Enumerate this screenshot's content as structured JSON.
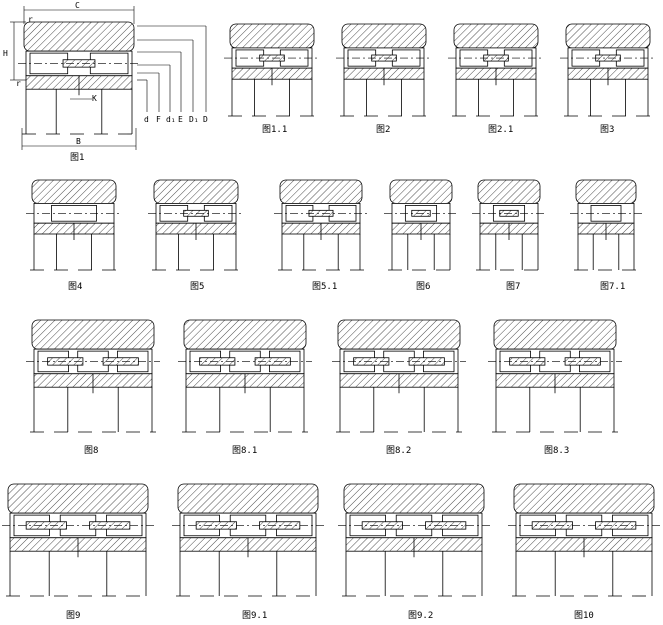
{
  "figures": [
    {
      "id": "fig-1",
      "caption": "图1",
      "variant": "d1"
    },
    {
      "id": "fig-1-1",
      "caption": "图1.1",
      "variant": "d1"
    },
    {
      "id": "fig-2",
      "caption": "图2",
      "variant": "d1"
    },
    {
      "id": "fig-2-1",
      "caption": "图2.1",
      "variant": "d1"
    },
    {
      "id": "fig-3",
      "caption": "图3",
      "variant": "d1"
    },
    {
      "id": "fig-4",
      "caption": "图4",
      "variant": "s0"
    },
    {
      "id": "fig-5",
      "caption": "图5",
      "variant": "d1"
    },
    {
      "id": "fig-5-1",
      "caption": "图5.1",
      "variant": "d1"
    },
    {
      "id": "fig-6",
      "caption": "图6",
      "variant": "s1"
    },
    {
      "id": "fig-7",
      "caption": "图7",
      "variant": "s1"
    },
    {
      "id": "fig-7-1",
      "caption": "图7.1",
      "variant": "s0"
    },
    {
      "id": "fig-8",
      "caption": "图8",
      "variant": "d2"
    },
    {
      "id": "fig-8-1",
      "caption": "图8.1",
      "variant": "d2"
    },
    {
      "id": "fig-8-2",
      "caption": "图8.2",
      "variant": "d2"
    },
    {
      "id": "fig-8-3",
      "caption": "图8.3",
      "variant": "d2"
    },
    {
      "id": "fig-9",
      "caption": "图9",
      "variant": "d2"
    },
    {
      "id": "fig-9-1",
      "caption": "图9.1",
      "variant": "d2"
    },
    {
      "id": "fig-9-2",
      "caption": "图9.2",
      "variant": "d2"
    },
    {
      "id": "fig-10",
      "caption": "图10",
      "variant": "d2"
    }
  ],
  "dimensions": {
    "C": "C",
    "B": "B",
    "H": "H",
    "K": "K",
    "r_top": "r",
    "r_left": "r",
    "d": "d",
    "F": "F",
    "d1": "d₁",
    "E": "E",
    "D1": "D₁",
    "D": "D"
  },
  "colors": {
    "line": "#000000",
    "background": "#ffffff"
  }
}
